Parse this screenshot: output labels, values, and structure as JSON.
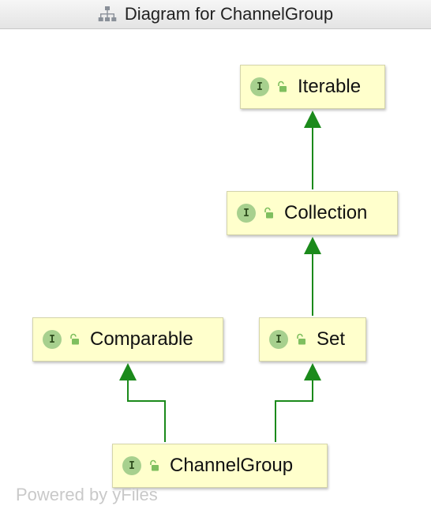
{
  "window": {
    "title": "Diagram for ChannelGroup",
    "title_icon": "hierarchy-icon"
  },
  "nodes": {
    "iterable": {
      "badge": "I",
      "label": "Iterable"
    },
    "collection": {
      "badge": "I",
      "label": "Collection"
    },
    "comparable": {
      "badge": "I",
      "label": "Comparable"
    },
    "set": {
      "badge": "I",
      "label": "Set"
    },
    "channelgroup": {
      "badge": "I",
      "label": "ChannelGroup"
    }
  },
  "edges": [
    {
      "from": "Collection",
      "to": "Iterable"
    },
    {
      "from": "Set",
      "to": "Collection"
    },
    {
      "from": "ChannelGroup",
      "to": "Comparable"
    },
    {
      "from": "ChannelGroup",
      "to": "Set"
    }
  ],
  "footer": {
    "text": "Powered by yFiles"
  },
  "colors": {
    "node_fill": "#ffffcc",
    "edge": "#1b8a1b",
    "interface_badge": "#a7d08e",
    "lock_icon": "#7fbf5f"
  }
}
